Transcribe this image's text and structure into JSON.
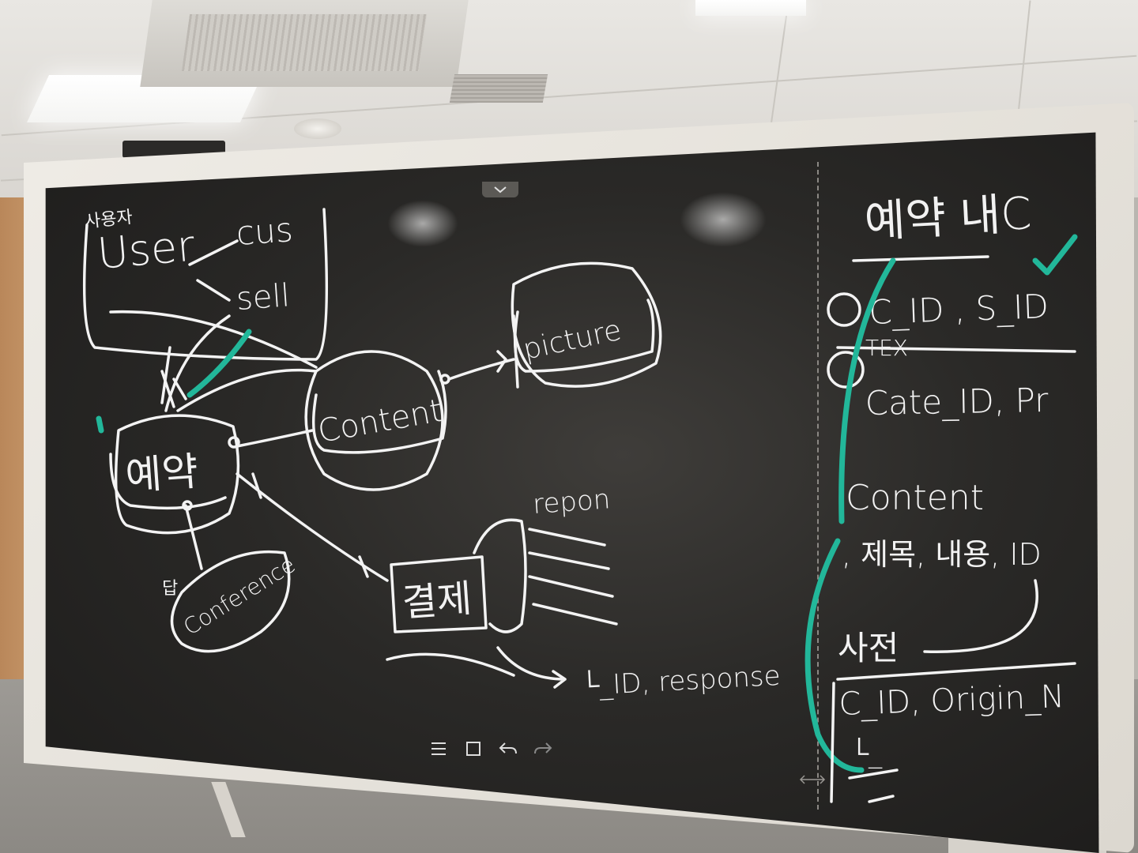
{
  "whiteboard": {
    "toolbar": {
      "menu_icon": "menu-icon",
      "page_icon": "page-icon",
      "undo_icon": "undo-icon",
      "redo_icon": "redo-icon"
    },
    "collapse_icon": "chevron-down-icon",
    "resize_icon": "resize-horizontal-icon"
  },
  "left_panel": {
    "user_small": "사용자",
    "user": "User",
    "cus": "cus",
    "sell": "sell",
    "reservation": "예약",
    "content": "Content",
    "picture": "picture",
    "payment": "결제",
    "conference": "Conference",
    "reply": "답",
    "repon": "repon",
    "response_line": "└_ID, response"
  },
  "right_panel": {
    "title": "예약 내C",
    "row1": "C_ID , S_ID",
    "row2": "TEX",
    "row3": "Cate_ID, Pr",
    "content": "Content",
    "row4": ", 제목, 내용, ID",
    "dictionary": "사전",
    "row5": "C_ID, Origin_N",
    "row6": "└_"
  },
  "colors": {
    "ink": "#f2f2f2",
    "highlight": "#22b79a",
    "screen": "#2a2927",
    "bezel": "#e6e2db"
  }
}
